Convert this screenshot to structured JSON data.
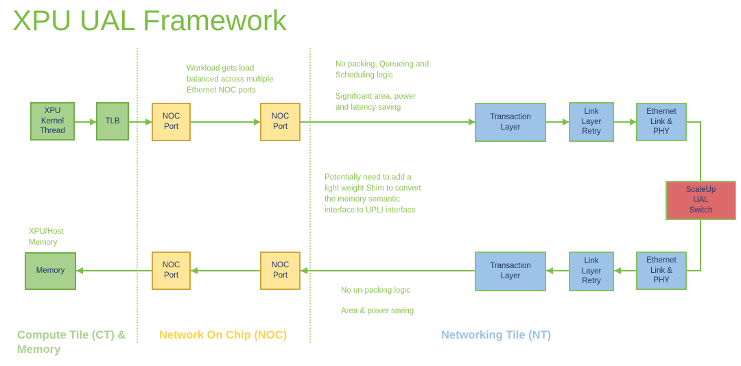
{
  "title": "XPU UAL Framework",
  "colors": {
    "title_green": "#7cbd44",
    "annotation_green": "#8cc455",
    "green_box_fill": "#a9d18e",
    "green_box_border": "#70ad47",
    "yellow_box_fill": "#ffe699",
    "yellow_box_border": "#cfa53c",
    "blue_box_fill": "#9dc3e6",
    "red_box_fill": "#dd6a6a",
    "connector_green": "#7bbf4a",
    "box_text": "#24356b",
    "label_green": "#a9d18e",
    "label_yellow": "#ffd24c",
    "label_blue": "#9dc3e6"
  },
  "nodes": {
    "xpu_kernel_thread": {
      "label": "XPU\nKernel\nThread"
    },
    "tlb": {
      "label": "TLB"
    },
    "noc_port_top_1": {
      "label": "NOC\nPort"
    },
    "noc_port_top_2": {
      "label": "NOC\nPort"
    },
    "transaction_layer_top": {
      "label": "Transaction\nLayer"
    },
    "link_layer_retry_top": {
      "label": "Link\nLayer\nRetry"
    },
    "ethernet_link_phy_top": {
      "label": "Ethernet\nLink &\nPHY"
    },
    "scaleup_ual_switch": {
      "label": "ScaleUp\nUAL\nSwitch"
    },
    "memory": {
      "label": "Memory"
    },
    "noc_port_bottom_1": {
      "label": "NOC\nPort"
    },
    "noc_port_bottom_2": {
      "label": "NOC\nPort"
    },
    "transaction_layer_bottom": {
      "label": "Transaction\nLayer"
    },
    "link_layer_retry_bottom": {
      "label": "Link\nLayer\nRetry"
    },
    "ethernet_link_phy_bottom": {
      "label": "Ethernet\nLink &\nPHY"
    }
  },
  "annotations": {
    "workload_balance": "Workload gets load\nbalanced across multiple\nEthernet NOC ports",
    "no_packing": "No packing, Queueing and\nScheduling logic",
    "significant_saving": "Significant area, power\nand latency saving",
    "shim_note": "Potentially need to add a\nlight weight Shim to convert\nthe memory semantic\ninterface to UPLI interface",
    "xpu_host_memory": "XPU/Host\nMemory",
    "no_unpacking": "No un-packing logic",
    "area_power_saving": "Area & power saving"
  },
  "section_labels": {
    "compute_tile": "Compute Tile (CT) &\nMemory",
    "network_on_chip": "Network On Chip (NOC)",
    "networking_tile": "Networking Tile (NT)"
  }
}
